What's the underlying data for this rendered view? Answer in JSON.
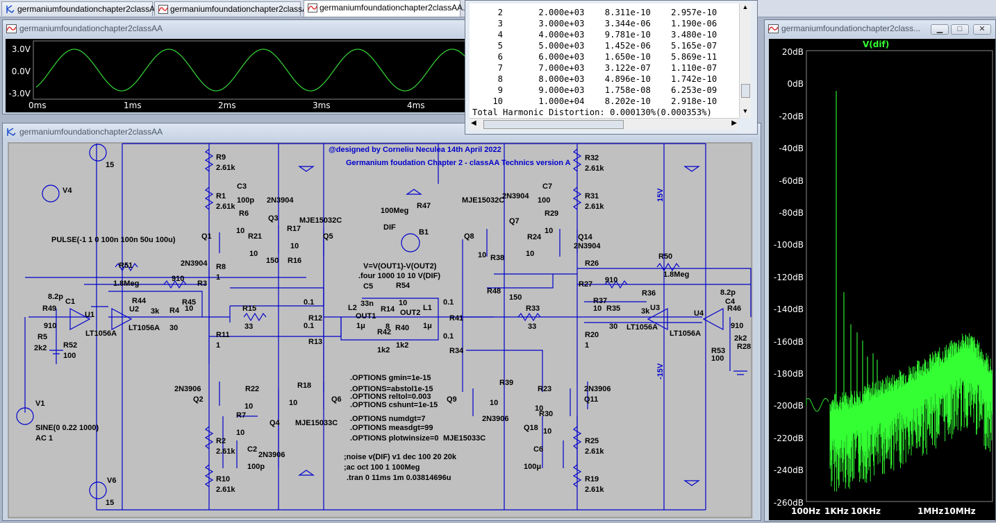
{
  "tabs": [
    {
      "label": "germaniumfoundationchapter2classAA",
      "icon": "schematic-icon",
      "active": false
    },
    {
      "label": "germaniumfoundationchapter2classAA",
      "icon": "waveform-icon",
      "active": false
    },
    {
      "label": "germaniumfoundationchapter2classAA.fft",
      "icon": "waveform-icon",
      "active": true
    }
  ],
  "waveform_window": {
    "title": "germaniumfoundationchapter2classAA",
    "yticks": [
      "3.0V",
      "0.0V",
      "-3.0V"
    ],
    "xticks": [
      "0ms",
      "1ms",
      "2ms",
      "3ms",
      "4ms"
    ],
    "trace_color": "#33cc33"
  },
  "fft_window": {
    "rows": [
      {
        "n": "2",
        "freq": "2.000e+03",
        "mag": "8.311e-10",
        "norm": "2.957e-10"
      },
      {
        "n": "3",
        "freq": "3.000e+03",
        "mag": "3.344e-06",
        "norm": "1.190e-06"
      },
      {
        "n": "4",
        "freq": "4.000e+03",
        "mag": "9.781e-10",
        "norm": "3.480e-10"
      },
      {
        "n": "5",
        "freq": "5.000e+03",
        "mag": "1.452e-06",
        "norm": "5.165e-07"
      },
      {
        "n": "6",
        "freq": "6.000e+03",
        "mag": "1.650e-10",
        "norm": "5.869e-11"
      },
      {
        "n": "7",
        "freq": "7.000e+03",
        "mag": "3.122e-07",
        "norm": "1.110e-07"
      },
      {
        "n": "8",
        "freq": "8.000e+03",
        "mag": "4.896e-10",
        "norm": "1.742e-10"
      },
      {
        "n": "9",
        "freq": "9.000e+03",
        "mag": "1.758e-08",
        "norm": "6.253e-09"
      },
      {
        "n": "10",
        "freq": "1.000e+04",
        "mag": "8.202e-10",
        "norm": "2.918e-10"
      }
    ],
    "thd": "Total Harmonic Distortion: 0.000130%(0.000353%)"
  },
  "schematic_window": {
    "title": "germaniumfoundationchapter2classAA",
    "credit": "@designed by Corneliu Neculea 14th April 2022",
    "subtitle": "Germanium foudation Chapter 2 - classAA Technics version A",
    "labels": {
      "v4": "V4",
      "pulse": "PULSE(-1 1 0 100n 100n 50u 100u)",
      "n15a": "15",
      "n15b": "15",
      "r9": "R9",
      "r9v": "2.61k",
      "r1": "R1",
      "r1v": "2.61k",
      "c3": "C3",
      "c3v": "100p",
      "q3t": "2N3904",
      "r6": "R6",
      "r6v": "10",
      "q3": "Q3",
      "mje1": "MJE15032C",
      "r17": "R17",
      "r17v": "10",
      "q5": "Q5",
      "q1": "Q1",
      "r21": "R21",
      "r21v": "10",
      "r16": "R16",
      "r16v": "150",
      "q1t": "2N3904",
      "r8": "R8",
      "r8v": "1",
      "r51": "R51",
      "r51v": "1.8Meg",
      "r3": "R3",
      "r3v": "910",
      "c1": "C1",
      "c1v": "8.2p",
      "r49": "R49",
      "r49v": "910",
      "r44": "R44",
      "r44v": "3k",
      "r45": "R45",
      "r45v": "10",
      "r4": "R4",
      "r4v": "30",
      "u1": "U1",
      "u2": "U2",
      "lt1": "LT1056A",
      "lt2": "LT1056A",
      "r5": "R5",
      "r5v": "2k2",
      "r52": "R52",
      "r52v": "100",
      "r11": "R11",
      "r11v": "1",
      "r15": "R15",
      "r15v": "33",
      "p1a": "0.1",
      "p1b": "0.1",
      "r12": "R12",
      "r13": "R13",
      "q2t": "2N3906",
      "q2": "Q2",
      "r22": "R22",
      "r22v": "10",
      "r18": "R18",
      "r18v": "10",
      "q6": "Q6",
      "r7": "R7",
      "r7v": "10",
      "q4": "Q4",
      "mje2": "MJE15033C",
      "r2": "R2",
      "r2v": "2.61k",
      "c2": "C2",
      "c2v": "100p",
      "q4t": "2N3906",
      "r10": "R10",
      "r10v": "2.61k",
      "v6": "V6",
      "v1": "V1",
      "sine": "SINE(0 0.22 1000)",
      "ac1": "AC 1",
      "b1": "B1",
      "r47": "R47",
      "r47v": "100Meg",
      "dif": "DIF",
      "vexpr": "V=V(OUT1)-V(OUT2)",
      "four": ".four 1000 10 10 V(DIF)",
      "c5": "C5",
      "c5v": "33n",
      "r54": "R54",
      "r54v": "10",
      "l2": "L2",
      "l2v": "1μ",
      "out1": "OUT1",
      "r14": "R14",
      "r14v": "8",
      "out2": "OUT2",
      "l1": "L1",
      "l1v": "1μ",
      "r40": "R40",
      "r40v": "1k2",
      "r42": "R42",
      "r42v": "1k2",
      "p2a": "0.1",
      "p2b": "0.1",
      "r41": "R41",
      "r34": "R34",
      "q8": "Q8",
      "mje3": "MJE15032C",
      "q7t": "2N3904",
      "c7": "C7",
      "c7v": "100",
      "r29": "R29",
      "r29v": "10",
      "q7": "Q7",
      "r24": "R24",
      "r24v": "10",
      "r38": "R38",
      "r38v": "10",
      "q14": "Q14",
      "q14t": "2N3904",
      "r32": "R32",
      "r32v": "2.61k",
      "r31": "R31",
      "r31v": "2.61k",
      "r26": "R26",
      "r50": "R50",
      "r50v": "1.8Meg",
      "r48": "R48",
      "r48v": "150",
      "r27": "R27",
      "r27v": "910",
      "r37": "R37",
      "r37v": "10",
      "r35": "R35",
      "r35v": "30",
      "r36": "R36",
      "r36v": "3k",
      "r33": "R33",
      "r33v": "33",
      "u3": "U3",
      "u4": "U4",
      "lt3": "LT1056A",
      "lt4": "LT1056A",
      "c4": "C4",
      "c4v": "8.2p",
      "r46": "R46",
      "r46v": "910",
      "r28": "R28",
      "r28v": "2k2",
      "r53": "R53",
      "r53v": "100",
      "r20": "R20",
      "r20v": "1",
      "q9": "Q9",
      "r39": "R39",
      "r39v": "10",
      "r23": "R23",
      "r23v": "10",
      "q11t": "2N3906",
      "q11": "Q11",
      "q18t": "2N3906",
      "q18": "Q18",
      "r30": "R30",
      "r30v": "10",
      "mje4": "MJE15033C",
      "c6": "C6",
      "c6v": "100μ",
      "r25": "R25",
      "r25v": "2.61k",
      "r19": "R19",
      "r19v": "2.61k",
      "p15": "15V",
      "m15": "-15V"
    },
    "directives": [
      ".OPTIONS gmin=1e-15",
      ".OPTIONS=abstol1e-15",
      ".OPTIONS reltol=0.003",
      ".OPTIONS cshunt=1e-15",
      ".OPTIONS numdgt=7",
      ".OPTIONS measdgt=99",
      ".OPTIONS plotwinsize=0",
      ";noise v(DIF) v1 dec 100 20 20k",
      ";ac oct 100 1 100Meg",
      ".tran 0 11ms 1m 0.03814696u"
    ]
  },
  "spectrum_window": {
    "title": "germaniumfoundationchapter2class...",
    "trace": "V(dif)",
    "trace_color": "#33ff33",
    "yticks": [
      "20dB",
      "0dB",
      "-20dB",
      "-40dB",
      "-60dB",
      "-80dB",
      "-100dB",
      "-120dB",
      "-140dB",
      "-160dB",
      "-180dB",
      "-200dB",
      "-220dB",
      "-240dB",
      "-260dB"
    ],
    "xticks": [
      "100Hz",
      "1KHz",
      "10KHz",
      "1MHz",
      "10MHz"
    ]
  }
}
